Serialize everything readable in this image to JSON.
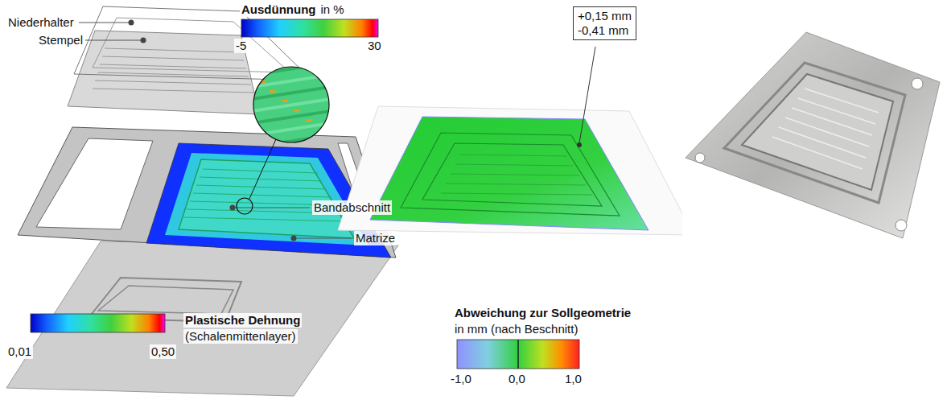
{
  "diagram": {
    "nodes": [
      {
        "text": [
          "+0,15 mm",
          "-0,41 mm"
        ]
      }
    ],
    "labels": [
      "Niederhalter",
      "Stempel",
      "Ausdünnung",
      "in %",
      "-5",
      "30",
      "Bandabschnitt",
      "Matrize",
      "Plastische Dehnung",
      "(Schalenmittenlayer)",
      "0,01",
      "0,50",
      "Abweichung zur Sollgeometrie",
      "in mm (nach Beschnitt)",
      "-1,0",
      "0,0",
      "1,0"
    ]
  }
}
